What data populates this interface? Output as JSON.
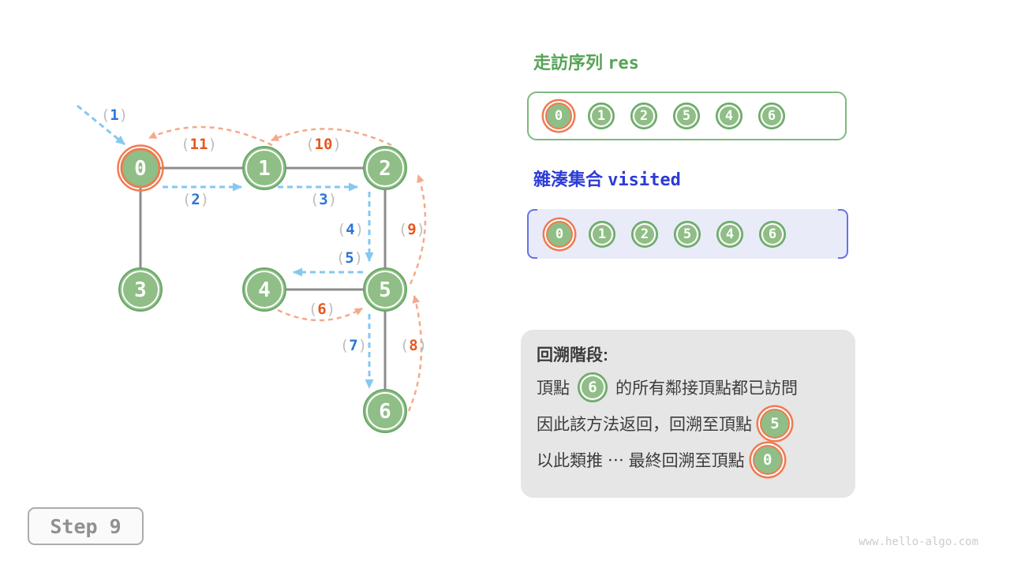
{
  "graph": {
    "paren_open": "(",
    "paren_close": ")",
    "nodes": [
      {
        "label": "0",
        "highlight": true
      },
      {
        "label": "1",
        "highlight": false
      },
      {
        "label": "2",
        "highlight": false
      },
      {
        "label": "3",
        "highlight": false
      },
      {
        "label": "4",
        "highlight": false
      },
      {
        "label": "5",
        "highlight": false
      },
      {
        "label": "6",
        "highlight": false
      }
    ],
    "steps": {
      "s1": "1",
      "s2": "2",
      "s3": "3",
      "s4": "4",
      "s5": "5",
      "s6": "6",
      "s7": "7",
      "s8": "8",
      "s9": "9",
      "s10": "10",
      "s11": "11"
    }
  },
  "res_panel": {
    "title_zh": "走訪序列",
    "title_code": "res",
    "items": [
      "0",
      "1",
      "2",
      "5",
      "4",
      "6"
    ]
  },
  "visited_panel": {
    "title_zh": "雜湊集合",
    "title_code": "visited",
    "items": [
      "0",
      "1",
      "2",
      "5",
      "4",
      "6"
    ]
  },
  "explain": {
    "title": "回溯階段:",
    "line1_pre": "頂點",
    "line1_node": "6",
    "line1_post": "的所有鄰接頂點都已訪問",
    "line2_pre": "因此該方法返回，回溯至頂點",
    "line2_node": "5",
    "line3_pre": "以此類推 ⋯ 最終回溯至頂點",
    "line3_node": "0"
  },
  "step_badge": "Step 9",
  "watermark": "www.hello-algo.com",
  "colors": {
    "node_green": "#8fbe86",
    "node_green_stroke": "#69a869",
    "highlight_orange": "#ee7c52",
    "backtrack_arc": "#f5a98c",
    "traverse_blue": "#85c8f0",
    "blue_number": "#2b77d4",
    "orange_number": "#e8561e",
    "edge_gray": "#8c8c8c",
    "res_title_green": "#57a357",
    "visited_title_blue": "#2c3bd6",
    "visited_bg": "#e9ebf8",
    "bracket_blue": "#6373e8",
    "explain_bg": "#e6e6e6"
  }
}
